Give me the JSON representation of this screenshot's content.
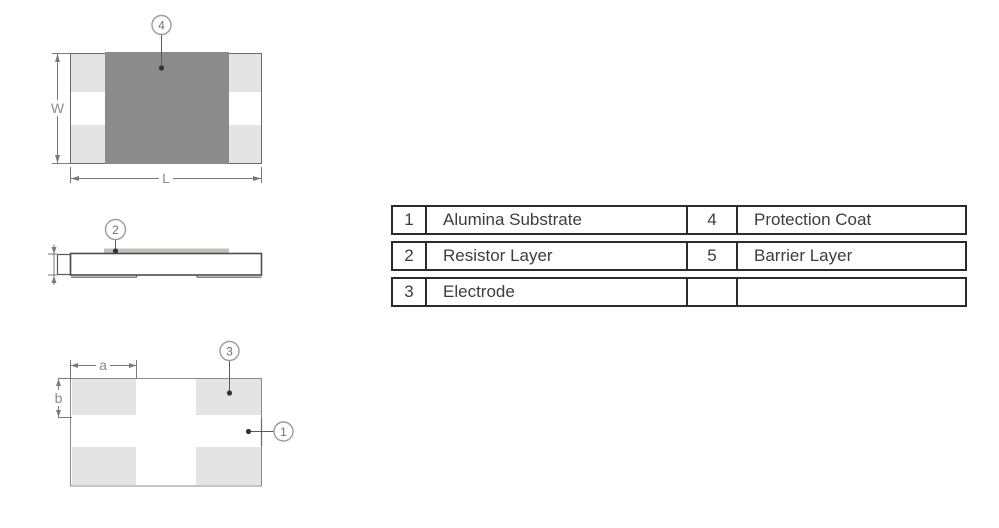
{
  "colors": {
    "pad_light": "#e4e4e4",
    "protection_coat_dark": "#8b8b8b",
    "resistor_strip": "#c4c1bb",
    "outline": "#5a5a5a",
    "dim_line": "#7a7a7a",
    "callout_stroke": "#9c9c9c",
    "table_border": "#2b2b2b",
    "table_text": "#3d3d3d"
  },
  "views": {
    "top": {
      "callout_protection_coat": "4",
      "dim_width_label": "W",
      "dim_length_label": "L"
    },
    "side": {
      "callout_resistor_layer": "2"
    },
    "bottom": {
      "callout_electrode": "3",
      "callout_substrate": "1",
      "dim_a_label": "a",
      "dim_b_label": "b"
    }
  },
  "legend_table": {
    "rows": [
      {
        "num_left": "1",
        "label_left": "Alumina Substrate",
        "num_right": "4",
        "label_right": "Protection Coat"
      },
      {
        "num_left": "2",
        "label_left": "Resistor Layer",
        "num_right": "5",
        "label_right": "Barrier Layer"
      },
      {
        "num_left": "3",
        "label_left": "Electrode",
        "num_right": "",
        "label_right": ""
      }
    ]
  }
}
